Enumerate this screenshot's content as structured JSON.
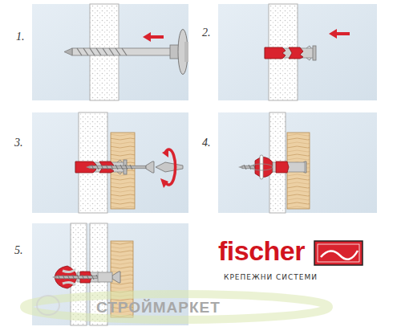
{
  "diagram": {
    "labels": [
      "1.",
      "2.",
      "3.",
      "4.",
      "5.",
      "fischer",
      "КРЕПЕЖНИ СИСТЕМИ",
      "СТРОЙМАРКЕТ"
    ]
  }
}
